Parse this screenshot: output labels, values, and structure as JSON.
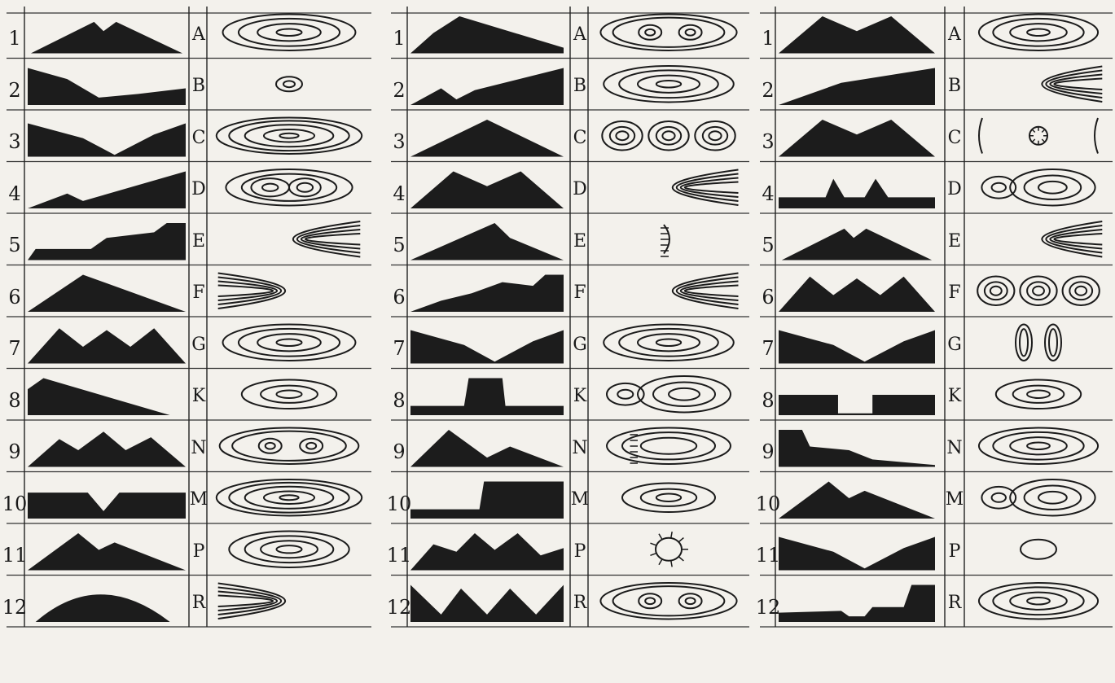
{
  "panels": [
    {
      "numbers": [
        "1",
        "2",
        "3",
        "4",
        "5",
        "6",
        "7",
        "8",
        "9",
        "10",
        "11",
        "12"
      ],
      "letters": [
        "A",
        "B",
        "C",
        "D",
        "E",
        "F",
        "G",
        "K",
        "N",
        "M",
        "P",
        "R"
      ],
      "profiles": [
        "volcano-crater",
        "lake-valley",
        "lake-basin",
        "rising-slope-hill",
        "step-plateau",
        "hill-with-slope-line",
        "triple-peak-lake",
        "single-slope",
        "triple-peak-lakes",
        "flat-with-crater",
        "peak-with-crater",
        "round-dome"
      ],
      "contours": [
        "oval-hill",
        "small-spot",
        "wide-oval-hill",
        "double-lobe",
        "valley-open-left",
        "valley-open-right",
        "oval-hill",
        "oval-pointer",
        "two-summits",
        "wide-oval-hill",
        "round-hill",
        "valley-open-right"
      ]
    },
    {
      "numbers": [
        "1",
        "2",
        "3",
        "4",
        "5",
        "6",
        "7",
        "8",
        "9",
        "10",
        "11",
        "12"
      ],
      "letters": [
        "A",
        "B",
        "C",
        "D",
        "E",
        "F",
        "G",
        "K",
        "N",
        "M",
        "P",
        "R"
      ],
      "profiles": [
        "slope-ridge",
        "slope-with-pit",
        "single-peak",
        "double-peak",
        "peak-right",
        "stepped-slope",
        "lake-basin",
        "flat-butte",
        "twin-peak",
        "mesa-right",
        "triple-peak",
        "lakes-peaks"
      ],
      "contours": [
        "two-summits",
        "oval-hill",
        "three-summits",
        "valley-open-left",
        "hachure-arc",
        "valley-open-left",
        "oval-hill",
        "hill-with-knob",
        "cliff-oval",
        "oval-pointer",
        "sun-depression",
        "two-summits"
      ]
    },
    {
      "numbers": [
        "1",
        "2",
        "3",
        "4",
        "5",
        "6",
        "7",
        "8",
        "9",
        "10",
        "11",
        "12"
      ],
      "letters": [
        "A",
        "B",
        "C",
        "D",
        "E",
        "F",
        "G",
        "K",
        "N",
        "M",
        "P",
        "R"
      ],
      "profiles": [
        "double-peak",
        "slope-with-line",
        "double-peak",
        "twin-knob",
        "volcano-crater",
        "triple-peak-lake",
        "lake-basin",
        "flat-pit",
        "stepped-cliff",
        "peak-with-crater",
        "lake-basin",
        "stepped-block"
      ],
      "contours": [
        "oval-hill",
        "valley-open-left",
        "depression-circle",
        "hill-with-knob",
        "valley-open-left",
        "three-summits",
        "two-ovals",
        "oval-pointer",
        "oval-hill",
        "hill-with-knob",
        "small-depression",
        "oval-hill"
      ]
    }
  ]
}
